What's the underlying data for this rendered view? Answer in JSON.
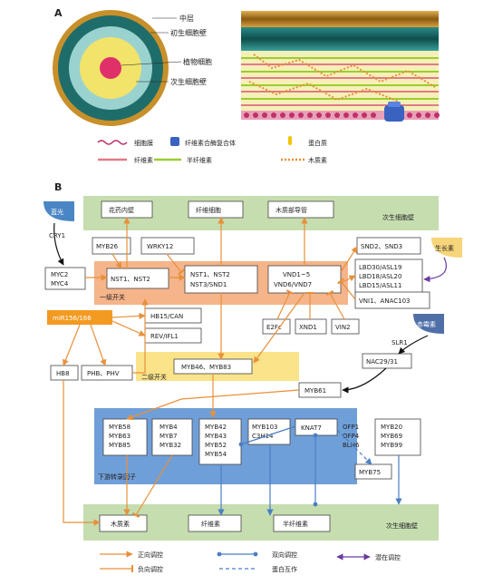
{
  "panel_a": {
    "label": "A",
    "callouts": {
      "middle_lamella": "中层",
      "primary_wall": "初生细胞壁",
      "plant_cell": "植物细胞",
      "secondary_wall": "次生细胞壁"
    },
    "legend": {
      "membrane": "细胞膜",
      "cellulose_synthase": "纤维素合酶复合体",
      "protein": "蛋白质",
      "cellulose": "纤维素",
      "hemicellulose": "半纤维素",
      "lignin": "木质素"
    },
    "colors": {
      "middle_lamella": "#c8902a",
      "primary_wall": "#1f6d6a",
      "plant_cell": "#e0306a",
      "secondary_wall": "#f2e36a",
      "cellulose": "#e07b86",
      "hemicellulose": "#9acd32",
      "lignin": "#e8903a"
    }
  },
  "panel_b": {
    "label": "B",
    "nodes": {
      "blue_light": "蓝光",
      "cry1": "CRY1",
      "myc": [
        "MYC2",
        "MYC4"
      ],
      "anther": "花药内壁",
      "fiber_cell": "纤维细胞",
      "xylem_vessel": "木质部导管",
      "secondary_wall_top": "次生细胞壁",
      "myb26": "MYB26",
      "wrky12": "WRKY12",
      "nst12_a": "NST1、NST2",
      "nst_center": [
        "NST1、NST2",
        "NST3/SND1"
      ],
      "vnd": [
        "VND1~5",
        "VND6/VND7"
      ],
      "snd23": "SND2、SND3",
      "auxin": "生长素",
      "lbd": [
        "LBD30/ASL19",
        "LBD18/ASL20",
        "LBD15/ASL11"
      ],
      "vni1": "VNI1、ANAC103",
      "first_switch": "一级开关",
      "mir": "miR156/166",
      "hb15": "HB15/CAN",
      "rev": "REV/IFL1",
      "e2fc": "E2Fc",
      "xnd1": "XND1",
      "vin2": "VIN2",
      "gibberellin": "赤霉素",
      "slr1": "SLR1",
      "nac29": "NAC29/31",
      "hb8": "HB8",
      "phb": "PHB、PHV",
      "myb46": "MYB46、MYB83",
      "second_switch": "二级开关",
      "myb61": "MYB61",
      "myb58": [
        "MYB58",
        "MYB63",
        "MYB85"
      ],
      "myb4": [
        "MYB4",
        "MYB7",
        "MYB32"
      ],
      "myb42": [
        "MYB42",
        "MYB43",
        "MYB52",
        "MYB54"
      ],
      "myb103": [
        "MYB103",
        "C3H14"
      ],
      "knat7": "KNAT7",
      "ofp": [
        "OFP1",
        "OFP4",
        "BLH6"
      ],
      "myb20": [
        "MYB20",
        "MYB69",
        "MYB99"
      ],
      "downstream": "下游转录因子",
      "myb75": "MYB75",
      "lignin_out": "木质素",
      "cellulose_out": "纤维素",
      "hemicellulose_out": "半纤维素",
      "secondary_wall_bottom": "次生细胞壁"
    },
    "legend": {
      "positive": "正向调控",
      "negative": "负向调控",
      "bidirectional": "双向调控",
      "protein_interaction": "蛋白互作",
      "potential": "潜在调控"
    },
    "colors": {
      "top_band": "#c6ddb0",
      "orange_band": "#f5b48a",
      "yellow_band": "#fbe38a",
      "blue_band": "#6f9fd8",
      "blue_light": "#4a86c5",
      "auxin": "#f7d57a",
      "gibberellin": "#4f6fa8",
      "mir": "#f39a22",
      "positive_arrow": "#e8903a",
      "bidirectional_arrow": "#4a7fc4",
      "potential_arrow": "#6a3aa0"
    }
  }
}
